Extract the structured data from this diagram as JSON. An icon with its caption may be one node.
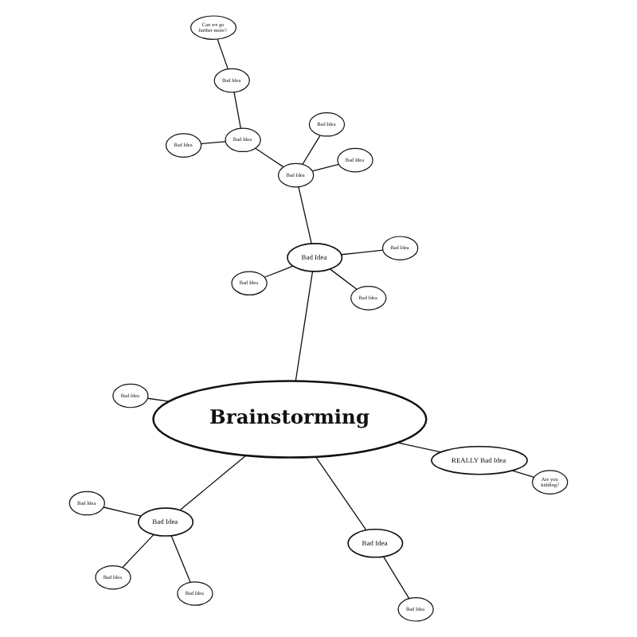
{
  "diagram": {
    "nodes": [
      {
        "text": [
          "Brainstorming"
        ]
      },
      {
        "text": [
          "Bad Idea"
        ]
      },
      {
        "text": [
          "Bad Idea"
        ]
      },
      {
        "text": [
          "Bad Idea"
        ]
      },
      {
        "text": [
          "Bad Idea"
        ]
      },
      {
        "text": [
          "Bad Idea"
        ]
      },
      {
        "text": [
          "Bad Idea"
        ]
      },
      {
        "text": [
          "Bad Idea"
        ]
      },
      {
        "text": [
          "REALLY Bad Idea"
        ]
      },
      {
        "text": [
          "Are you kidding?"
        ]
      },
      {
        "text": [
          "Bad Idea"
        ]
      },
      {
        "text": [
          "Bad Idea"
        ]
      },
      {
        "text": [
          "Bad Idea"
        ]
      },
      {
        "text": [
          "Bad Idea"
        ]
      },
      {
        "text": [
          "Bad Idea"
        ]
      },
      {
        "text": [
          "Bad Idea"
        ]
      },
      {
        "text": [
          "Bad Idea"
        ]
      },
      {
        "text": [
          "Bad Idea"
        ]
      },
      {
        "text": [
          "Bad Idea"
        ]
      },
      {
        "text": [
          "Bad Idea"
        ]
      },
      {
        "text": [
          "Can we go further more?"
        ]
      }
    ],
    "edges": [
      {
        "from": 0,
        "to": 1,
        "arrow": "none"
      },
      {
        "from": 1,
        "to": 2,
        "arrow": "none"
      },
      {
        "from": 0,
        "to": 3,
        "arrow": "none"
      },
      {
        "from": 3,
        "to": 4,
        "arrow": "none"
      },
      {
        "from": 3,
        "to": 5,
        "arrow": "none"
      },
      {
        "from": 3,
        "to": 6,
        "arrow": "none"
      },
      {
        "from": 0,
        "to": 7,
        "arrow": "none"
      },
      {
        "from": 0,
        "to": 8,
        "arrow": "none"
      },
      {
        "from": 8,
        "to": 9,
        "arrow": "none"
      },
      {
        "from": 0,
        "to": 10,
        "arrow": "none"
      },
      {
        "from": 10,
        "to": 11,
        "arrow": "none"
      },
      {
        "from": 10,
        "to": 12,
        "arrow": "none"
      },
      {
        "from": 10,
        "to": 13,
        "arrow": "none"
      },
      {
        "from": 10,
        "to": 14,
        "arrow": "none"
      },
      {
        "from": 14,
        "to": 15,
        "arrow": "none"
      },
      {
        "from": 14,
        "to": 16,
        "arrow": "none"
      },
      {
        "from": 14,
        "to": 17,
        "arrow": "none"
      },
      {
        "from": 17,
        "to": 18,
        "arrow": "none"
      },
      {
        "from": 17,
        "to": 19,
        "arrow": "none"
      },
      {
        "from": 18,
        "to": 20,
        "arrow": "none"
      }
    ]
  }
}
